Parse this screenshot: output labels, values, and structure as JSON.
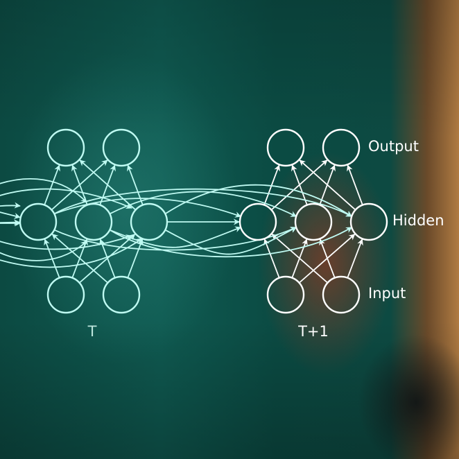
{
  "labels": {
    "output": "Output",
    "hidden": "Hidden",
    "input": "Input",
    "t": "T",
    "t_plus_1": "T+1"
  },
  "colors": {
    "left_network": "#bffaf2",
    "right_network": "#ffffff",
    "left_label": "#bde6dd",
    "right_label": "#ffffff"
  },
  "network": {
    "layers": [
      "Input",
      "Hidden",
      "Output"
    ],
    "input_nodes": 2,
    "hidden_nodes": 3,
    "output_nodes": 2,
    "timesteps": [
      "T",
      "T+1"
    ]
  }
}
